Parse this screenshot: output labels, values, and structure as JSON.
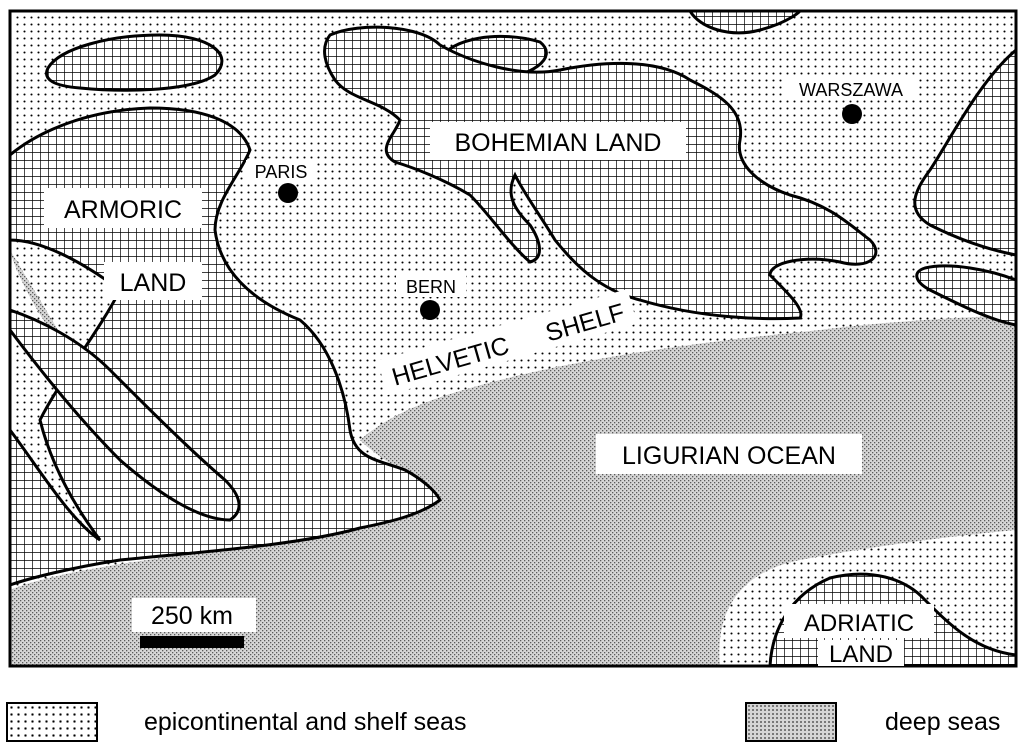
{
  "map": {
    "land_labels": {
      "armoric_1": "ARMORIC",
      "armoric_2": "LAND",
      "bohemian": "BOHEMIAN LAND",
      "adriatic_1": "ADRIATIC",
      "adriatic_2": "LAND"
    },
    "sea_labels": {
      "helvetic_1": "HELVETIC",
      "helvetic_2": "SHELF",
      "ligurian": "LIGURIAN OCEAN"
    },
    "cities": [
      {
        "name": "PARIS"
      },
      {
        "name": "BERN"
      },
      {
        "name": "WARSZAWA"
      }
    ],
    "scale_bar": {
      "label": "250 km"
    }
  },
  "legend": [
    {
      "pattern": "dots",
      "label": "epicontinental and shelf seas"
    },
    {
      "pattern": "stipple",
      "label": "deep seas"
    }
  ]
}
